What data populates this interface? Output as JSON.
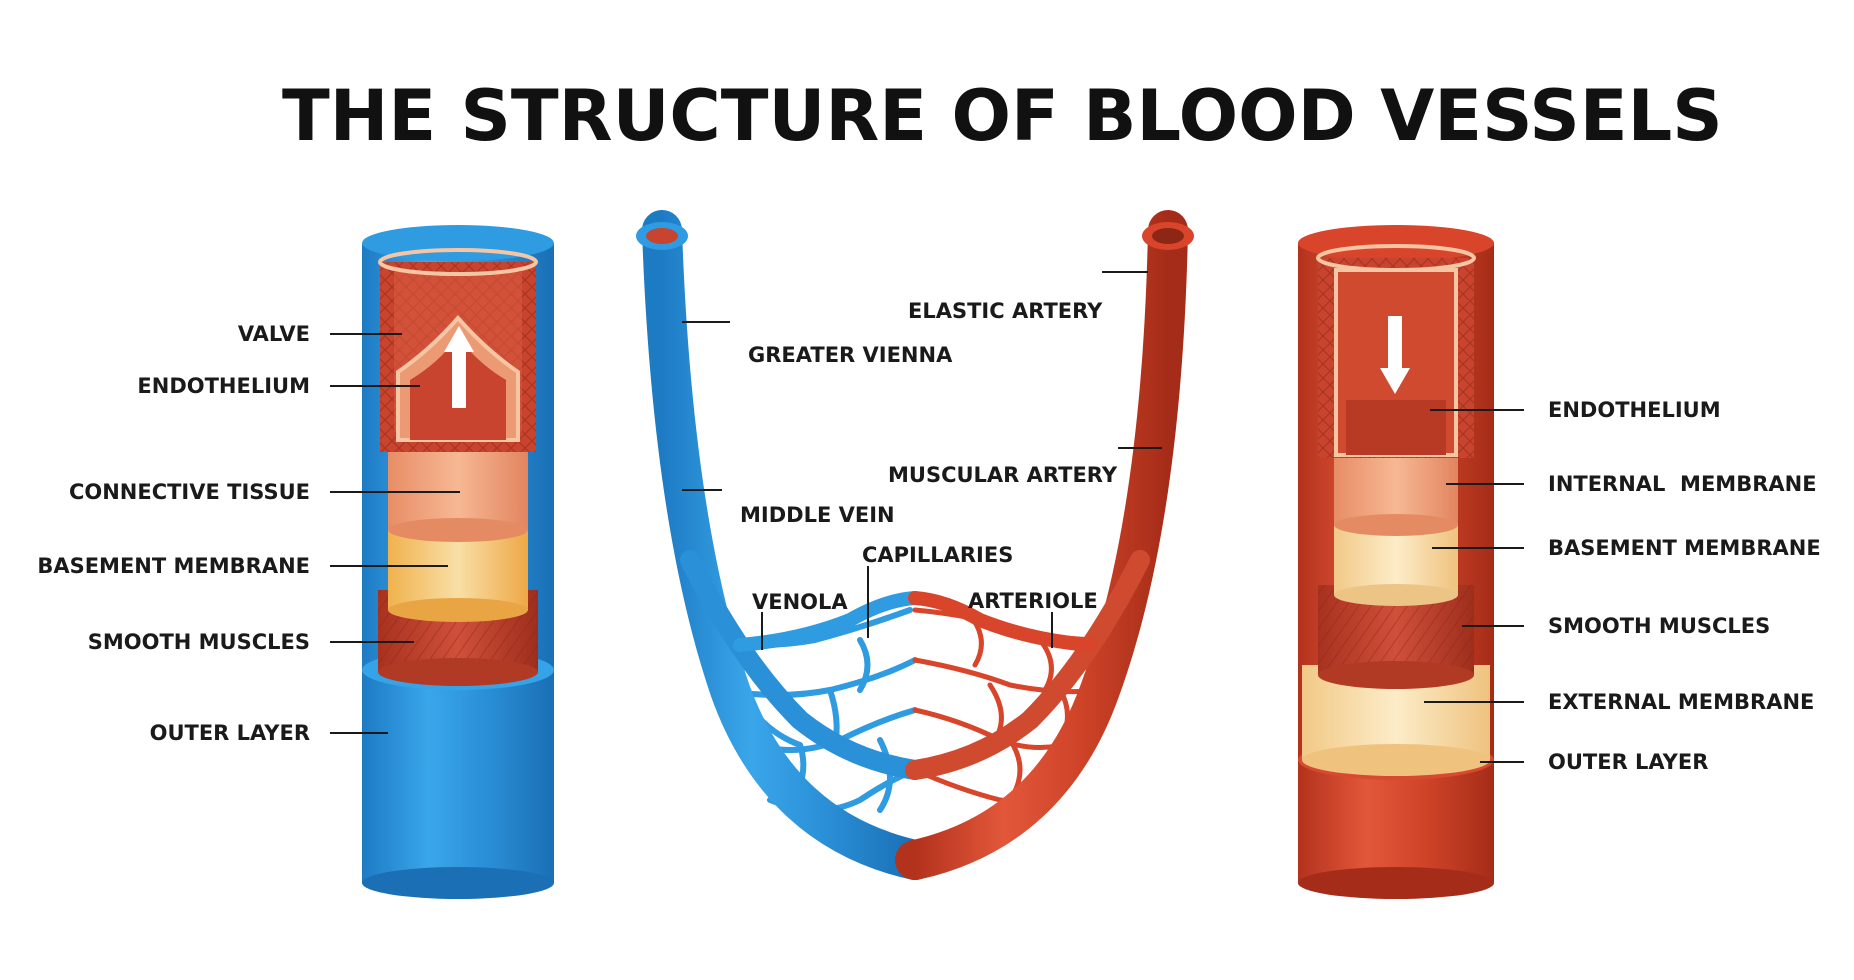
{
  "title": "THE STRUCTURE OF BLOOD VESSELS",
  "colors": {
    "vein_blue": "#2f9be0",
    "vein_blue_dark": "#1d7bc4",
    "artery_red": "#d8452a",
    "artery_red_dark": "#b3321c",
    "tissue_red": "#c8442e",
    "tissue_pink": "#f2a882",
    "tissue_yellow": "#f7d59a",
    "tissue_cream": "#f9e3b4",
    "text": "#1a1a1a"
  },
  "vein": {
    "labels": {
      "valve": "VALVE",
      "endothelium": "ENDOTHELIUM",
      "connective_tissue": "CONNECTIVE TISSUE",
      "basement_membrane": "BASEMENT MEMBRANE",
      "smooth_muscles": "SMOOTH MUSCLES",
      "outer_layer": "OUTER LAYER"
    }
  },
  "network": {
    "labels": {
      "greater_vienna": "GREATER VIENNA",
      "middle_vein": "MIDDLE VEIN",
      "venola": "VENOLA",
      "capillaries": "CAPILLARIES",
      "arteriole": "ARTERIOLE",
      "elastic_artery": "ELASTIC ARTERY",
      "muscular_artery": "MUSCULAR ARTERY"
    }
  },
  "artery": {
    "labels": {
      "endothelium": "ENDOTHELIUM",
      "internal_membrane": "INTERNAL  MEMBRANE",
      "basement_membrane": "BASEMENT MEMBRANE",
      "smooth_muscles": "SMOOTH MUSCLES",
      "external_membrane": "EXTERNAL MEMBRANE",
      "outer_layer": "OUTER LAYER"
    }
  }
}
